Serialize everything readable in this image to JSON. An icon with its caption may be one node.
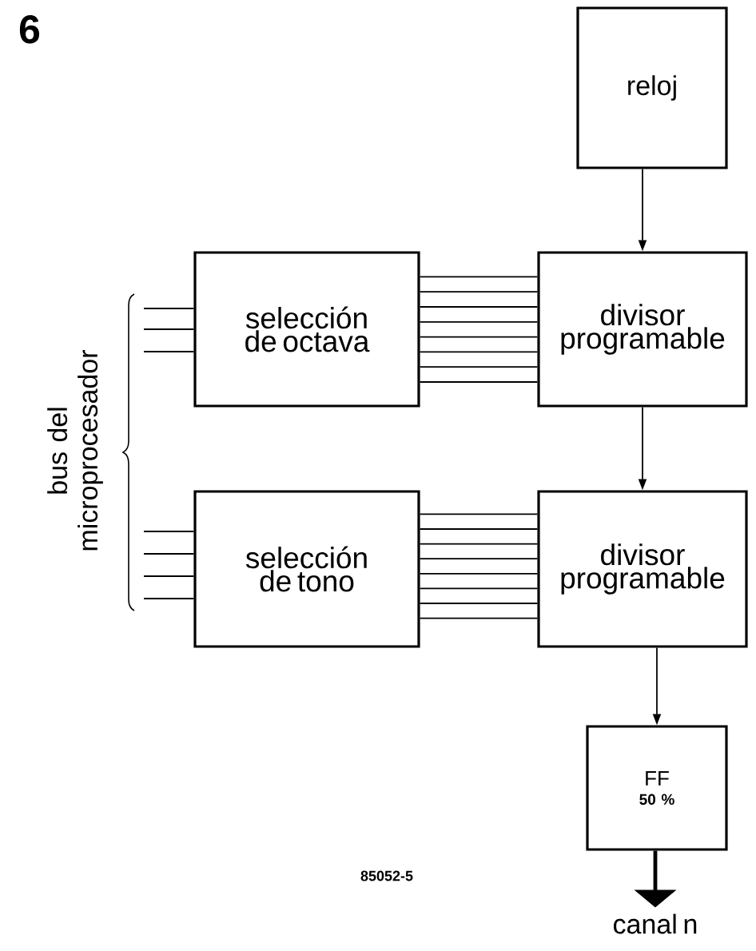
{
  "diagram": {
    "nodes": [
      {
        "text": [
          "reloj"
        ]
      },
      {
        "text": [
          "selección de octava"
        ]
      },
      {
        "text": [
          "divisor programable"
        ]
      },
      {
        "text": [
          "selección de tono"
        ]
      },
      {
        "text": [
          "divisor programable"
        ]
      },
      {
        "text": [
          "FF",
          "50 %"
        ]
      },
      {
        "text": [
          "canal n"
        ]
      }
    ],
    "edges": [
      {
        "from": 0,
        "to": 2,
        "arrow": "to"
      },
      {
        "from": null,
        "to": 1,
        "arrow": "none"
      },
      {
        "from": 1,
        "to": 2,
        "arrow": "none"
      },
      {
        "from": 2,
        "to": 4,
        "arrow": "to"
      },
      {
        "from": null,
        "to": 3,
        "arrow": "none"
      },
      {
        "from": 3,
        "to": 4,
        "arrow": "none"
      },
      {
        "from": 4,
        "to": 5,
        "arrow": "to"
      },
      {
        "from": 5,
        "to": 6,
        "arrow": "to",
        "style": "thick"
      }
    ],
    "labels": [
      "6",
      "bus del microprocesador",
      "85052-5"
    ]
  }
}
